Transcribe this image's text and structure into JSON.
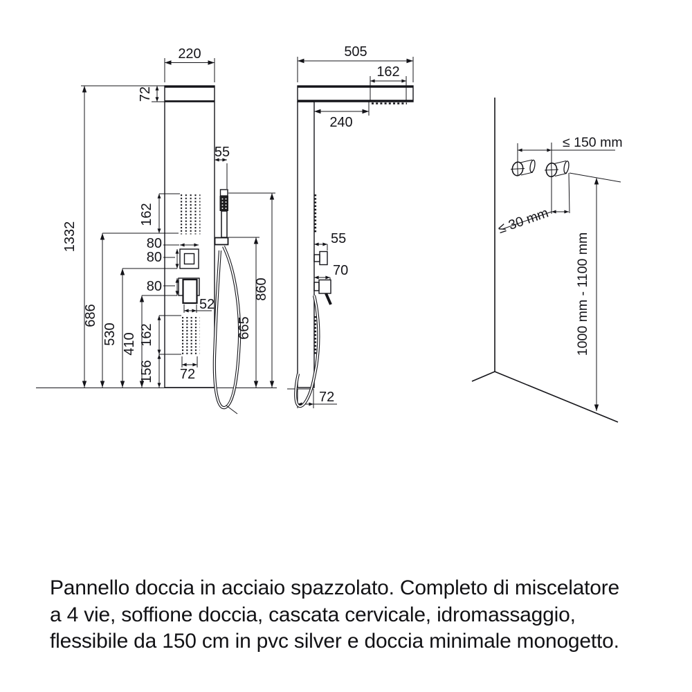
{
  "front_view": {
    "dims": {
      "panel_width": "220",
      "head_height": "72",
      "total_height": "1332",
      "handshower_width": "55",
      "upper_jets_height": "162",
      "control_width": "80",
      "control_height": "80",
      "mixer_height": "80",
      "lever_width": "52",
      "jets_bottom_height": "686",
      "control_bottom_height": "530",
      "mixer_bottom_height": "410",
      "lower_jets_height": "162",
      "lower_jets_bottom_offset": "156",
      "jets_width": "72",
      "handshower_top_height": "860",
      "bracket_height": "665"
    }
  },
  "side_view": {
    "dims": {
      "total_depth": "505",
      "head_depth": "162",
      "arm_clearance": "240",
      "knob_depth": "55",
      "mixer_depth": "70",
      "panel_depth": "72"
    }
  },
  "installation": {
    "dims": {
      "max_pipe_spacing": "≤ 150 mm",
      "max_protrusion": "≤ 30 mm",
      "mixer_height_range": "1000 mm - 1100 mm"
    }
  },
  "description": {
    "lines": [
      "Pannello doccia in acciaio spazzolato. Completo di miscelatore",
      "a 4 vie, soffione doccia, cascata cervicale, idromassaggio,",
      "flessibile da 150 cm in pvc silver e doccia minimale monogetto."
    ]
  }
}
